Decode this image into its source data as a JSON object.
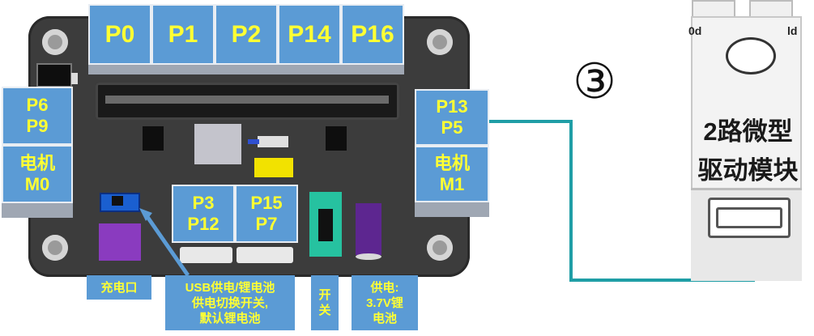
{
  "top_pins": [
    "P0",
    "P1",
    "P2",
    "P14",
    "P16"
  ],
  "left_pins": {
    "upper": [
      "P6",
      "P9"
    ],
    "lower": [
      "电机",
      "M0"
    ]
  },
  "right_pins": {
    "upper": [
      "P13",
      "P5"
    ],
    "lower": [
      "电机",
      "M1"
    ]
  },
  "bottom_pins": {
    "left": [
      "P3",
      "P12"
    ],
    "right": [
      "P15",
      "P7"
    ]
  },
  "captions": {
    "charge_port": "充电口",
    "power_switch": [
      "USB供电/锂电池",
      "供电切换开关,",
      "默认锂电池"
    ],
    "switch": [
      "开",
      "关"
    ],
    "battery": [
      "供电:",
      "3.7V锂",
      "电池"
    ]
  },
  "step_marker": "③",
  "module": {
    "title_line1": "2路微型",
    "title_line2": "驱动模块",
    "top_label_left": "0d",
    "top_label_right": "ld"
  },
  "colors": {
    "label_blue": "#5b9bd5",
    "label_text": "#ffff33",
    "wire": "#1f9ea6",
    "board": "#3c3c3c"
  }
}
